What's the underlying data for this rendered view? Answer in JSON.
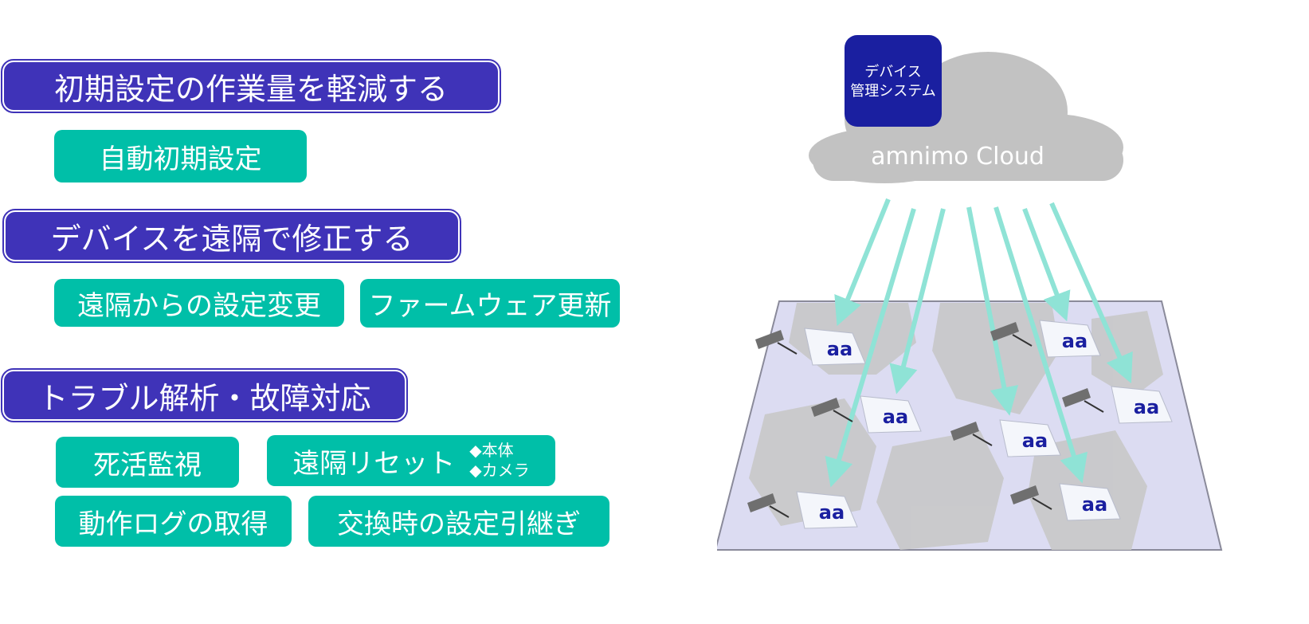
{
  "sections": [
    {
      "title": "初期設定の作業量を軽減する",
      "items": [
        "自動初期設定"
      ]
    },
    {
      "title": "デバイスを遠隔で修正する",
      "items": [
        "遠隔からの設定変更",
        "ファームウェア更新"
      ]
    },
    {
      "title": "トラブル解析・故障対応",
      "items": [
        "死活監視",
        "遠隔リセット",
        "動作ログの取得",
        "交換時の設定引継ぎ"
      ]
    }
  ],
  "remote_reset_sub": [
    "◆本体",
    "◆カメラ"
  ],
  "diagram": {
    "cloud_label": "amnimo Cloud",
    "dms_line1": "デバイス",
    "dms_line2": "管理システム",
    "device_logo": "aa"
  },
  "colors": {
    "heading": "#3f33b8",
    "feature": "#00bfa8",
    "cloud": "#c2c2c2",
    "dms": "#1a1fa0",
    "arrow": "#8fe3d6",
    "map": "#dcdcf2",
    "land": "#c8c8c8"
  }
}
